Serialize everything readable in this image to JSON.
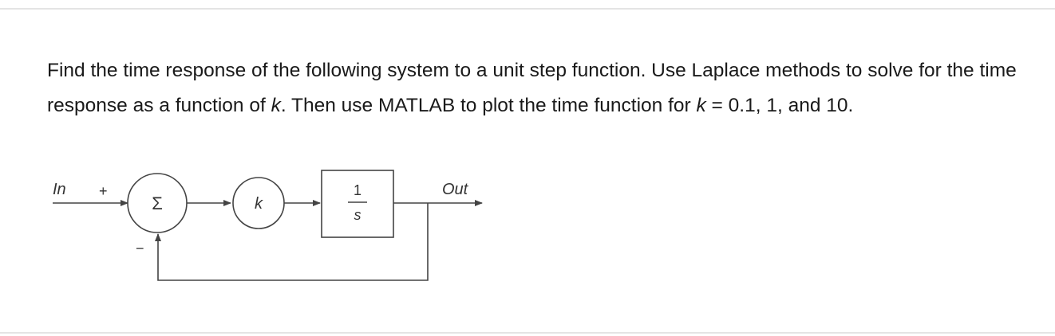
{
  "question": {
    "part1": "Find the time response of the following system to a unit step function. Use Laplace methods to solve for the time response as a function of ",
    "var1": "k",
    "part2": ". Then use MATLAB to plot the time function for ",
    "var2": "k",
    "part3": " = 0.1, 1, and 10."
  },
  "diagram": {
    "input_label": "In",
    "plus_sign": "+",
    "minus_sign": "−",
    "summer_symbol": "Σ",
    "gain_label": "k",
    "tf_numerator": "1",
    "tf_denominator": "s",
    "output_label": "Out"
  }
}
